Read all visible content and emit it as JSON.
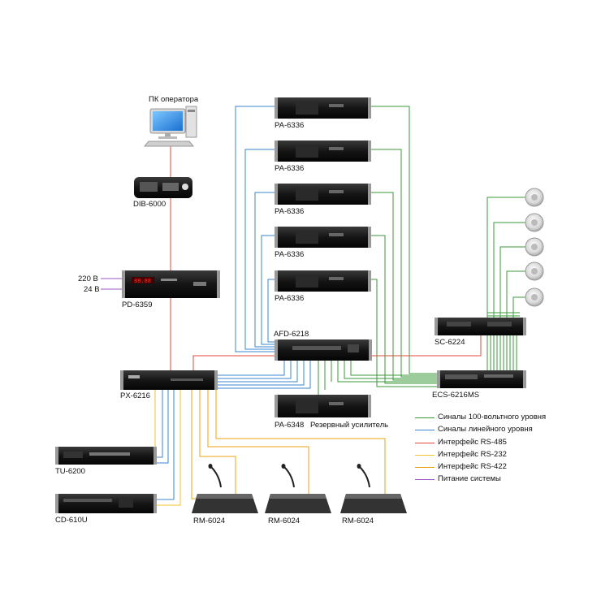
{
  "devices": {
    "pc_operator": "ПК оператора",
    "dib": "DIB-6000",
    "pd": "PD-6359",
    "pd_in_220": "220 В",
    "pd_in_24": "24 В",
    "pa1": "PA-6336",
    "pa2": "PA-6336",
    "pa3": "PA-6336",
    "pa4": "PA-6336",
    "pa5": "PA-6336",
    "afd": "AFD-6218",
    "px": "PX-6216",
    "pa_reserve": "PA-6348",
    "reserve_label": "Резервный усилитель",
    "sc": "SC-6224",
    "ecs": "ECS-6216MS",
    "tu": "TU-6200",
    "cd": "CD-610U",
    "rm1": "RM-6024",
    "rm2": "RM-6024",
    "rm3": "RM-6024"
  },
  "legend": [
    {
      "label": "Синалы 100-вольтного уровня",
      "color": "#3a9a3a"
    },
    {
      "label": "Синалы линейного уровня",
      "color": "#3a86d0"
    },
    {
      "label": "Интерфейс RS-485",
      "color": "#e04a3a"
    },
    {
      "label": "Интерфейс RS-232",
      "color": "#f2c233"
    },
    {
      "label": "Интерфейс RS-422",
      "color": "#e8a010"
    },
    {
      "label": "Питание системы",
      "color": "#9a55c8"
    }
  ],
  "colors": {
    "green": "#3a9a3a",
    "blue": "#3a86d0",
    "red": "#e04a3a",
    "yellow": "#f2c233",
    "orange": "#e8a010",
    "purple": "#9a55c8"
  }
}
